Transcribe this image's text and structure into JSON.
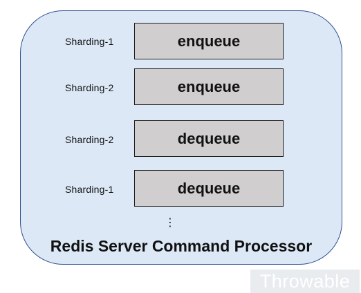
{
  "diagram": {
    "rows": [
      {
        "shard": "Sharding-1",
        "operation": "enqueue"
      },
      {
        "shard": "Sharding-2",
        "operation": "enqueue"
      },
      {
        "shard": "Sharding-2",
        "operation": "dequeue"
      },
      {
        "shard": "Sharding-1",
        "operation": "dequeue"
      }
    ],
    "ellipsis": "⋮",
    "caption": "Redis Server Command Processor"
  },
  "watermark": "Throwable",
  "colors": {
    "processor_fill": "#dce8f6",
    "processor_border": "#2f4f8f",
    "op_box_fill": "#d0cece",
    "op_box_border": "#1e1e1e"
  }
}
